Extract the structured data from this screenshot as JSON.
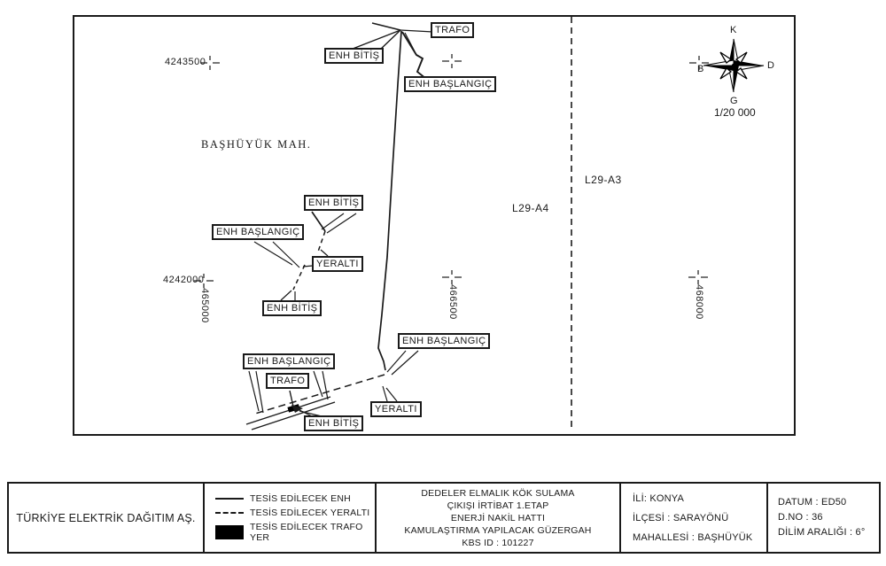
{
  "map": {
    "region_label": "BAŞHÜYÜK MAH.",
    "grid": {
      "northing_top": "4243500",
      "northing_bottom": "4242000",
      "easting_left": "465000",
      "easting_mid": "466500",
      "easting_right": "468000"
    },
    "sheets": {
      "left": "L29-A4",
      "right": "L29-A3"
    },
    "compass": {
      "north": "K",
      "east": "D",
      "south": "G",
      "west": "B",
      "scale": "1/20 000"
    },
    "annotations": [
      {
        "text": "TRAFO"
      },
      {
        "text": "ENH BİTİŞ"
      },
      {
        "text": "ENH BAŞLANGIÇ"
      },
      {
        "text": "ENH BİTİŞ"
      },
      {
        "text": "ENH BAŞLANGIÇ"
      },
      {
        "text": "YERALTI"
      },
      {
        "text": "ENH BİTİŞ"
      },
      {
        "text": "ENH BAŞLANGIÇ"
      },
      {
        "text": "ENH BAŞLANGIÇ"
      },
      {
        "text": "TRAFO"
      },
      {
        "text": "YERALTI"
      },
      {
        "text": "ENH BİTİŞ"
      }
    ],
    "line_color": "#1a1a1a"
  },
  "title_block": {
    "company": "TÜRKİYE ELEKTRİK DAĞITIM AŞ.",
    "legend": [
      {
        "symbol": "solid-line",
        "label": "TESİS EDİLECEK ENH"
      },
      {
        "symbol": "dashed-line",
        "label": "TESİS EDİLECEK YERALTI"
      },
      {
        "symbol": "filled-rect",
        "label": "TESİS EDİLECEK TRAFO YER"
      }
    ],
    "project": {
      "line1": "DEDELER ELMALIK KÖK SULAMA",
      "line2": "ÇIKIŞI İRTİBAT 1.ETAP",
      "line3": "ENERJİ NAKİL HATTI",
      "line4": "KAMULAŞTIRMA YAPILACAK GÜZERGAH",
      "line5": "KBS ID : 101227"
    },
    "location": {
      "province": "İLİ: KONYA",
      "district": "İLÇESİ : SARAYÖNÜ",
      "neighbourhood": "MAHALLESİ : BAŞHÜYÜK"
    },
    "datum": {
      "datum": "DATUM : ED50",
      "d_no": "D.NO : 36",
      "zone": "DİLİM ARALIĞI : 6°"
    }
  }
}
